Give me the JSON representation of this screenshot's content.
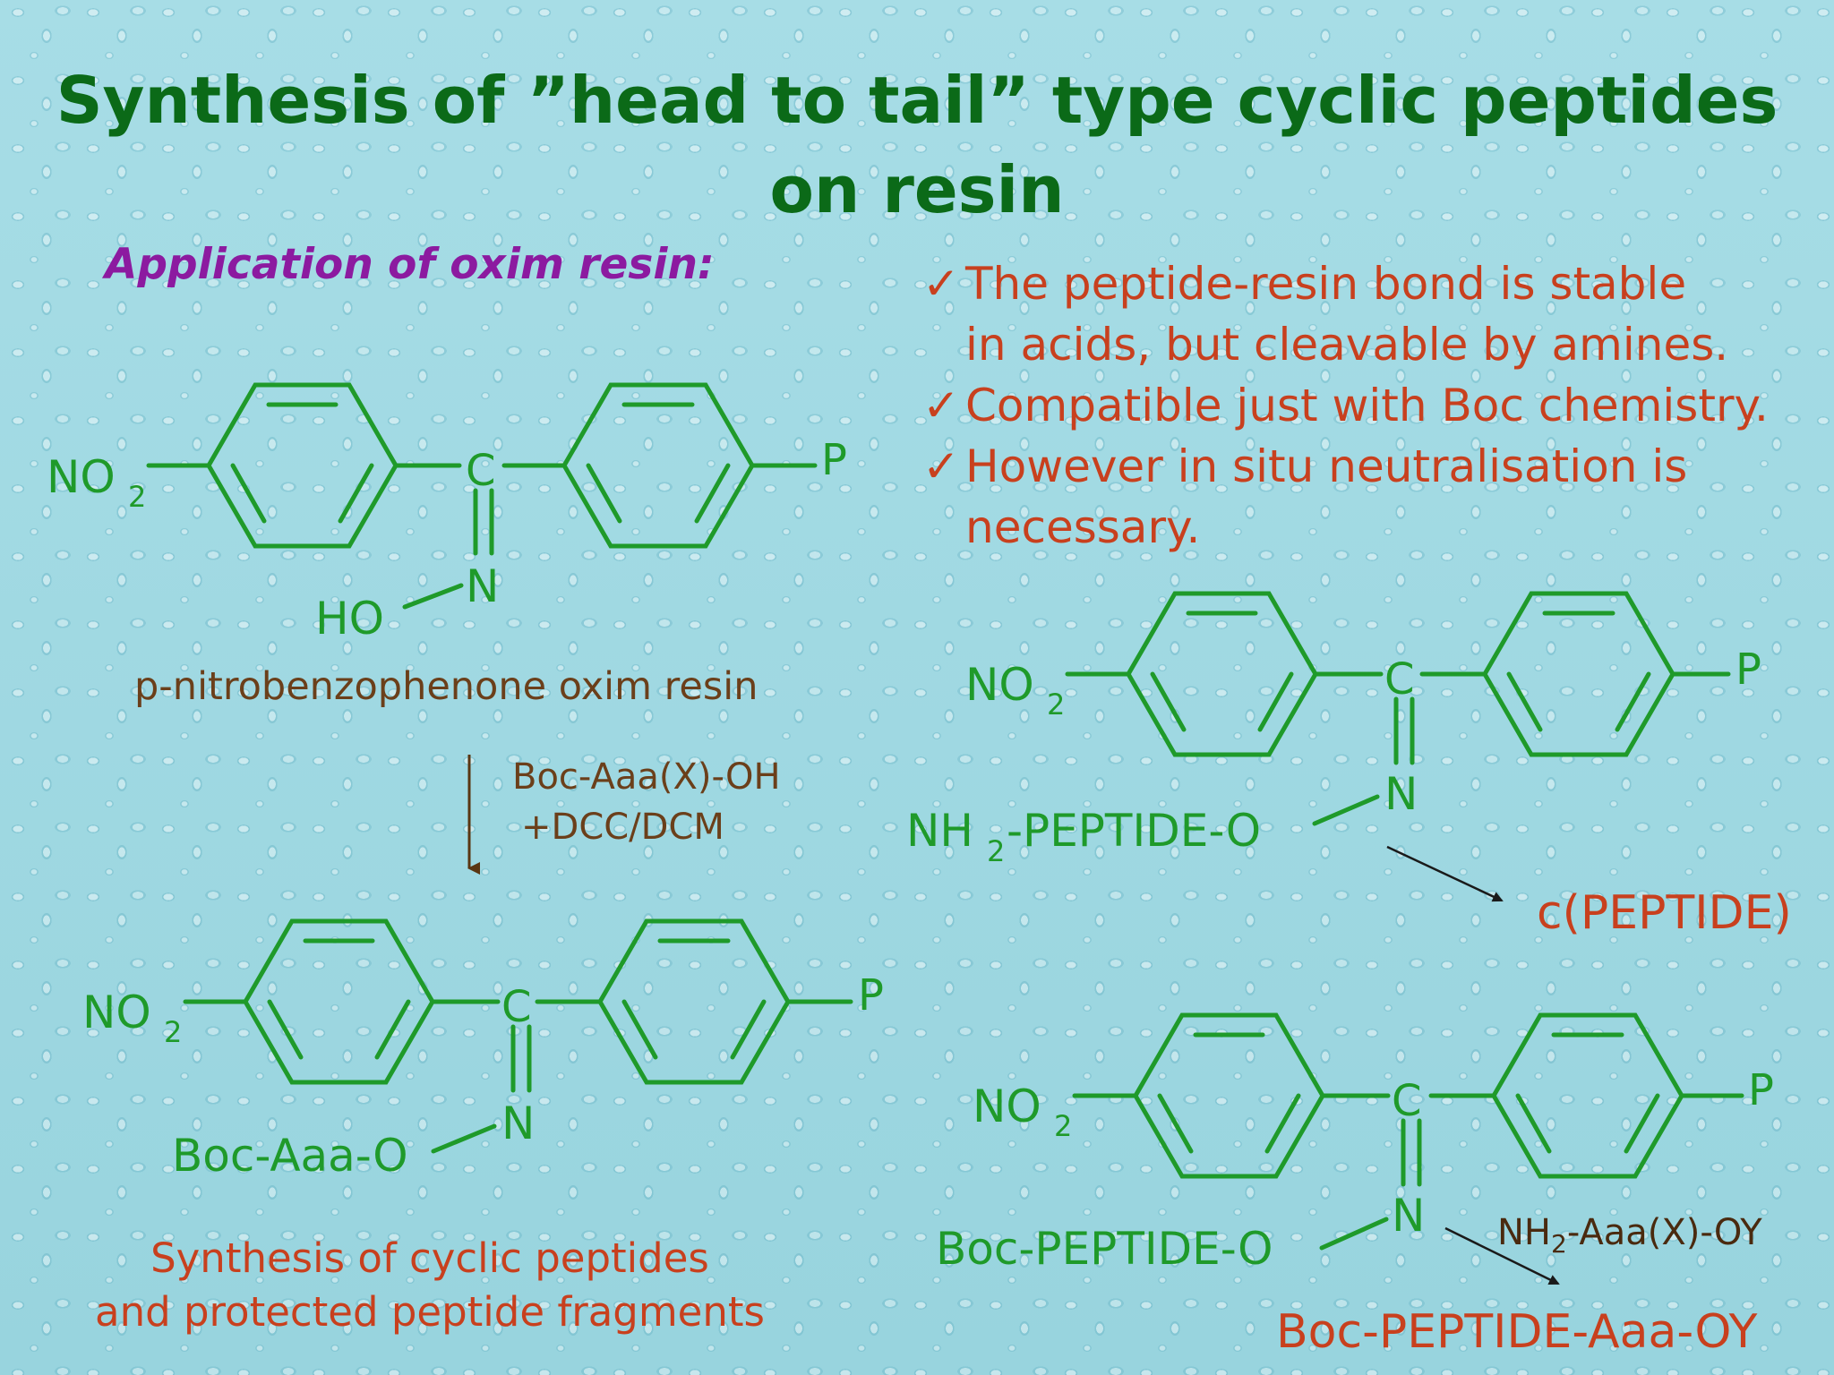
{
  "title": {
    "line1": "Synthesis of ”head to tail” type cyclic peptides",
    "line2": "on resin"
  },
  "section_heading": "Application of oxim resin:",
  "bullets": [
    {
      "check": "✓",
      "line1": "The peptide-resin bond is stable",
      "line2": "in acids, but cleavable by amines."
    },
    {
      "check": "✓",
      "line1": "Compatible just with Boc chemistry.",
      "line2": ""
    },
    {
      "check": "✓",
      "line1": "However in situ neutralisation is",
      "line2": "necessary."
    }
  ],
  "structures": {
    "nitro_group": "NO",
    "nitro_subscript": "2",
    "carbon": "C",
    "nitrogen": "N",
    "polymer": "P",
    "resin_oxime_group": "HO",
    "resin_name": "p-nitrobenzophenone oxim resin",
    "loaded_group": "Boc-Aaa-O",
    "peptide_amine_prefix": "NH",
    "peptide_amine_subscript": "2",
    "peptide_amine_suffix": "-PEPTIDE-O",
    "protected_peptide_group": "Boc-PEPTIDE-O"
  },
  "reaction_1": {
    "reagent_line1": "Boc-Aaa(X)-OH",
    "reagent_line2": "+DCC/DCM"
  },
  "synthesis_caption": {
    "line1": "Synthesis of cyclic peptides",
    "line2": "and protected peptide fragments"
  },
  "product_cyclic": "c(PEPTIDE)",
  "reaction_2": {
    "reagent_prefix": "NH",
    "reagent_subscript": "2",
    "reagent_suffix": "-Aaa(X)-OY"
  },
  "product_fragment": "Boc-PEPTIDE-Aaa-OY",
  "colors": {
    "title": "#0b6a18",
    "heading": "#8c1aa0",
    "bullets": "#c8401e",
    "structure": "#1f9a2a",
    "label_brown": "#6b3f1a"
  }
}
